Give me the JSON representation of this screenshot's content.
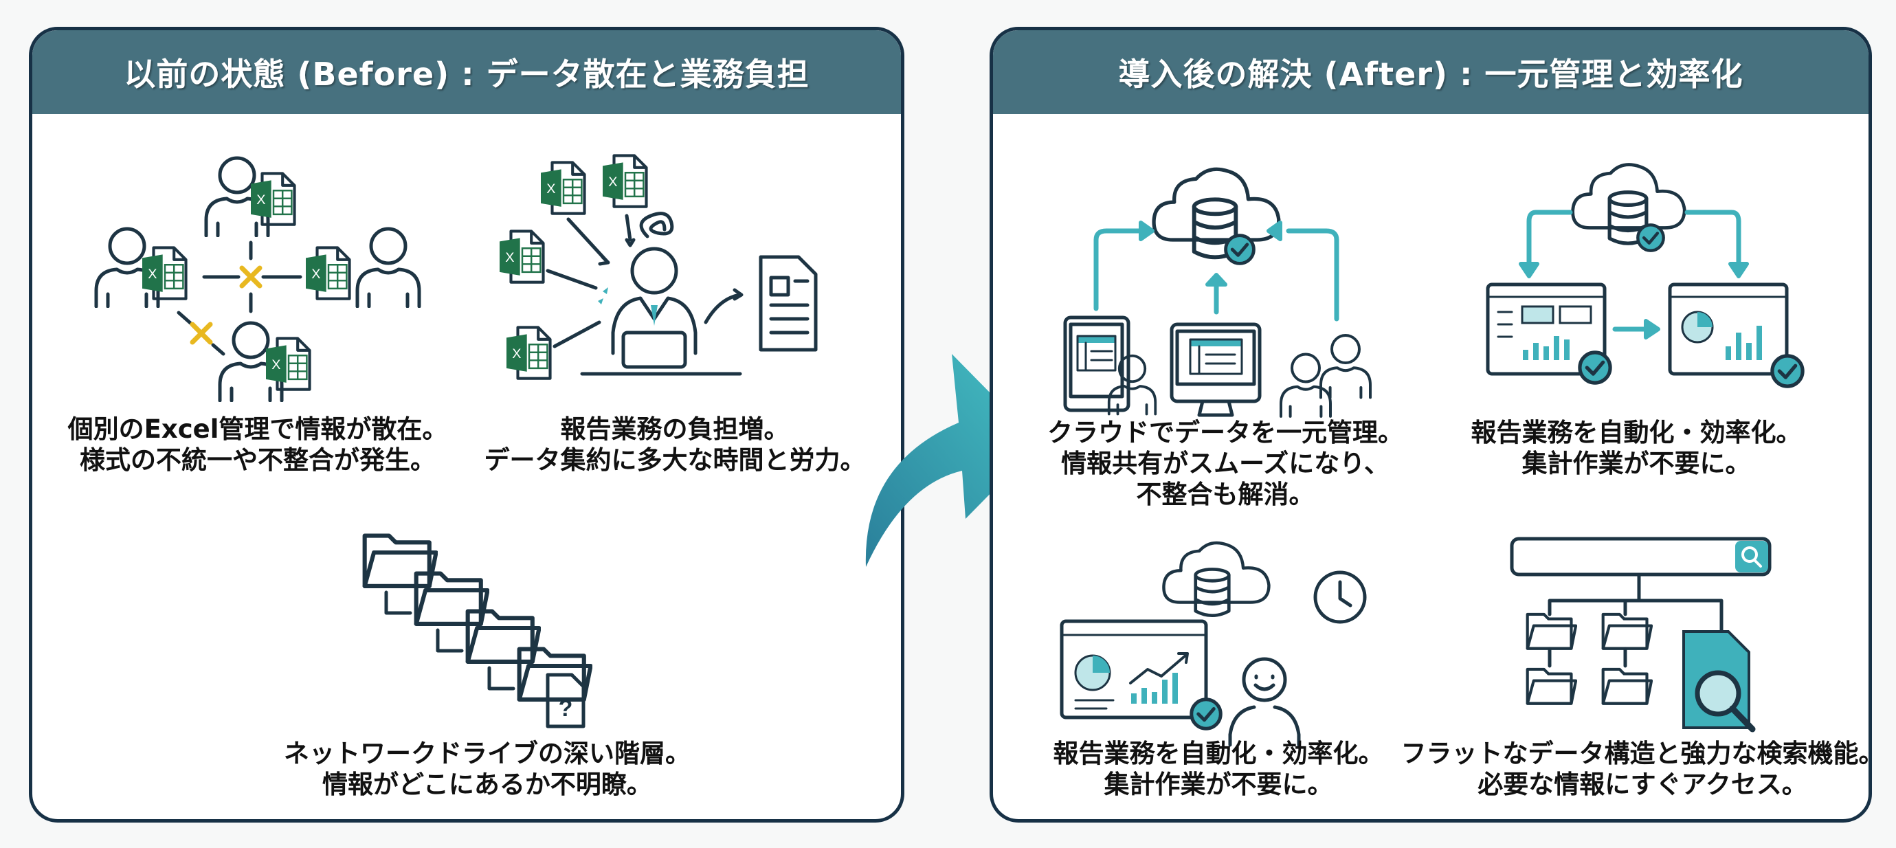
{
  "colors": {
    "header": "#47717f",
    "border": "#173146",
    "accent": "#3fb1bb",
    "excel": "#21734a",
    "warning": "#e8b820"
  },
  "before": {
    "title": "以前の状態 (Before) : データ散在と業務負担",
    "items": [
      {
        "icon": "scattered-excel-icon",
        "lines": [
          "個別のExcel管理で情報が散在。",
          "様式の不統一や不整合が発生。"
        ]
      },
      {
        "icon": "overloaded-worker-icon",
        "lines": [
          "報告業務の負担増。",
          "データ集約に多大な時間と労力。"
        ]
      },
      {
        "icon": "deep-folders-icon",
        "lines": [
          "ネットワークドライブの深い階層。",
          "情報がどこにあるか不明瞭。"
        ]
      }
    ]
  },
  "transition_icon": "right-curved-arrow-icon",
  "after": {
    "title": "導入後の解決 (After) : 一元管理と効率化",
    "items": [
      {
        "icon": "cloud-database-sync-icon",
        "lines": [
          "クラウドでデータを一元管理。",
          "情報共有がスムーズになり、",
          "不整合も解消。"
        ]
      },
      {
        "icon": "automated-report-icon",
        "lines": [
          "報告業務を自動化・効率化。",
          "集計作業が不要に。"
        ]
      },
      {
        "icon": "dashboard-cloud-smile-icon",
        "lines": [
          "報告業務を自動化・効率化。",
          "集計作業が不要に。"
        ]
      },
      {
        "icon": "search-folder-structure-icon",
        "lines": [
          "フラットなデータ構造と強力な検索機能。",
          "必要な情報にすぐアクセス。"
        ]
      }
    ]
  }
}
